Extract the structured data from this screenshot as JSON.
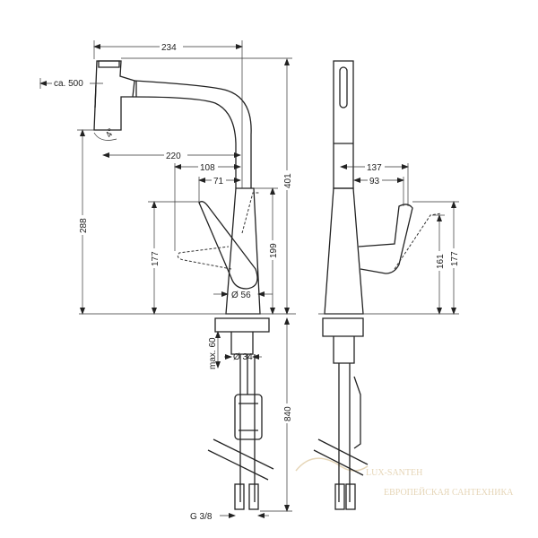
{
  "dimensions": {
    "width_total": "234",
    "hose_pullout": "ca. 500",
    "swivel_angle": "4°",
    "reach": "220",
    "lever_108": "108",
    "lever_71": "71",
    "height_total": "401",
    "spout_height": "288",
    "lever_height_177": "177",
    "body_height": "199",
    "base_diameter": "Ø 56",
    "max_thickness": "max. 60",
    "shank_diameter": "Ø 34",
    "hose_length": "840",
    "connection": "G 3/8",
    "side_137": "137",
    "side_93": "93",
    "side_161": "161",
    "side_177": "177"
  },
  "watermark": {
    "brand": "LUX-SANTEH",
    "tagline": "ЕВРОПЕЙСКАЯ САНТЕХНИКА"
  },
  "colors": {
    "line": "#222222",
    "watermark": "#e6d6b8"
  }
}
